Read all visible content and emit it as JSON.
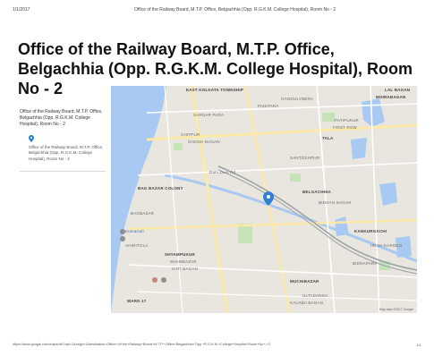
{
  "header": {
    "date": "1/1/2017",
    "doc_title": "Office of the Railway Board, M.T.P. Office, Belgachhia (Opp. R.G.K.M. College Hospital), Room No - 2"
  },
  "page": {
    "title": "Office of the Railway Board, M.T.P. Office, Belgachhia (Opp. R.G.K.M. College Hospital), Room No - 2"
  },
  "sidebar": {
    "place_name": "Office of the Railway Board, M.T.P. Office, Belgachhia (Opp. R.G.K.M. College Hospital), Room No - 2",
    "address": "Office of the Railway Board, M.T.P. Office, Belgachhia (Opp. R.G.K.M. College Hospital), Room No - 2"
  },
  "map": {
    "labels": {
      "east_kolkata": "EAST KOLKATA TOWNSHIP",
      "lal_dagan": "LAL BAGAN",
      "moirabagan": "MOIRABAGAN",
      "gangulybera": "GANGULYBERA",
      "paikpara": "PAIKPARA",
      "sardarpara": "SARDAR PARA",
      "patipukur": "PATIPUKUR",
      "first_row": "FIRST ROW",
      "chitpur": "CHITPUR",
      "ghosh_bagan": "GHOSH BAGAN",
      "tala": "TALA",
      "santosh": "SANTOSHPUR",
      "belgachhia": "BELGACHHIA",
      "bag_bazar": "BAG BAZAR COLONY",
      "bagbazar": "BAGBAZAR",
      "shyampukur": "SHYAMPUKUR",
      "shambazar": "SHAMBAZAR",
      "hati_bagan": "HATI BAGAN",
      "kumartuli": "Kumartuli",
      "ahiritola": "AHIRITOLA",
      "ward": "WARD 17",
      "kankurgachi": "KANKURGACHI",
      "muchibazar": "MUCHIBAZAR",
      "ultadanga": "ULTADANGA",
      "kalindi": "KALINDI BAGAN",
      "bidhan": "BIDHAN NAGAR",
      "irish": "IRISH GARDEN",
      "bidrapara": "BIDRAPARA",
      "dum_dum_rd": "Dum Dum Rd",
      "credit": "Map data ©2017 Google"
    }
  },
  "footer": {
    "url": "https://www.google.com/maps/dir/?api=1&origin=&destination=Office+of+the+Railway+Board+M.T.P.+Office+Belgachhia+Opp.+R.G.K.M.+College+Hospital+Room+No+-+2",
    "page": "1/1"
  },
  "colors": {
    "water": "#a7c9f2",
    "park": "#c5e3b6",
    "road": "#ffffff",
    "major_road": "#fde9a8",
    "rail": "#9aa0a6",
    "pin": "#2f80d1"
  }
}
